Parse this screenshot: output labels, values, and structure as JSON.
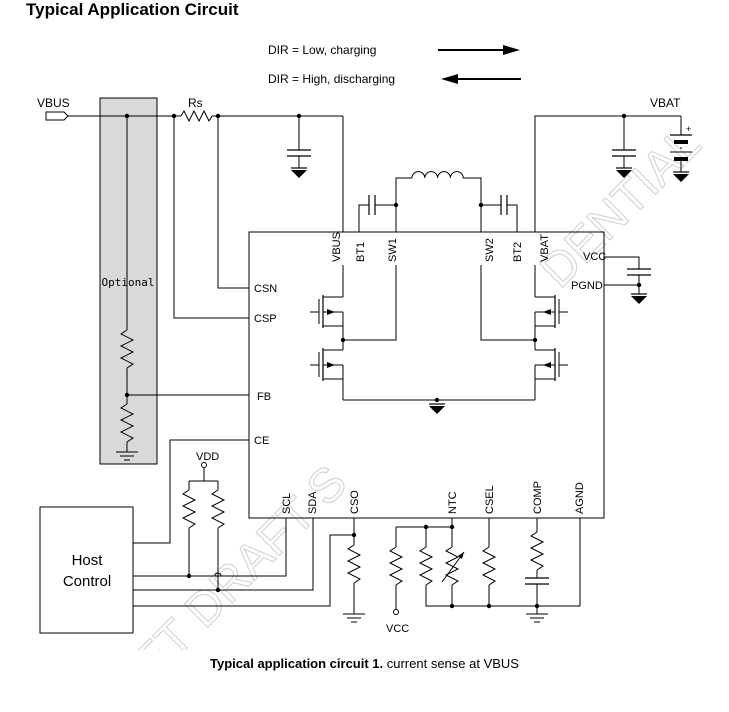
{
  "heading": "Typical Application Circuit",
  "legend": {
    "charging": "DIR = Low, charging",
    "discharging": "DIR = High, discharging"
  },
  "labels": {
    "vbus": "VBUS",
    "vbat": "VBAT",
    "rs": "Rs",
    "optional": "Optional",
    "vdd": "VDD",
    "vcc_bottom": "VCC",
    "host_line1": "Host",
    "host_line2": "Control"
  },
  "pins": {
    "vbus": "VBUS",
    "bt1": "BT1",
    "sw1": "SW1",
    "sw2": "SW2",
    "bt2": "BT2",
    "vbat": "VBAT",
    "vcc": "VCC",
    "pgnd": "PGND",
    "csn": "CSN",
    "csp": "CSP",
    "fb": "FB",
    "ce": "CE",
    "scl": "SCL",
    "sda": "SDA",
    "cso": "CSO",
    "ntc": "NTC",
    "csel": "CSEL",
    "comp": "COMP",
    "agnd": "AGND"
  },
  "caption": {
    "bold": "Typical application circuit 1.",
    "rest": " current sense at VBUS"
  },
  "watermark": {
    "text1": "EET DRAFT S",
    "text2": "DENTIAL"
  }
}
